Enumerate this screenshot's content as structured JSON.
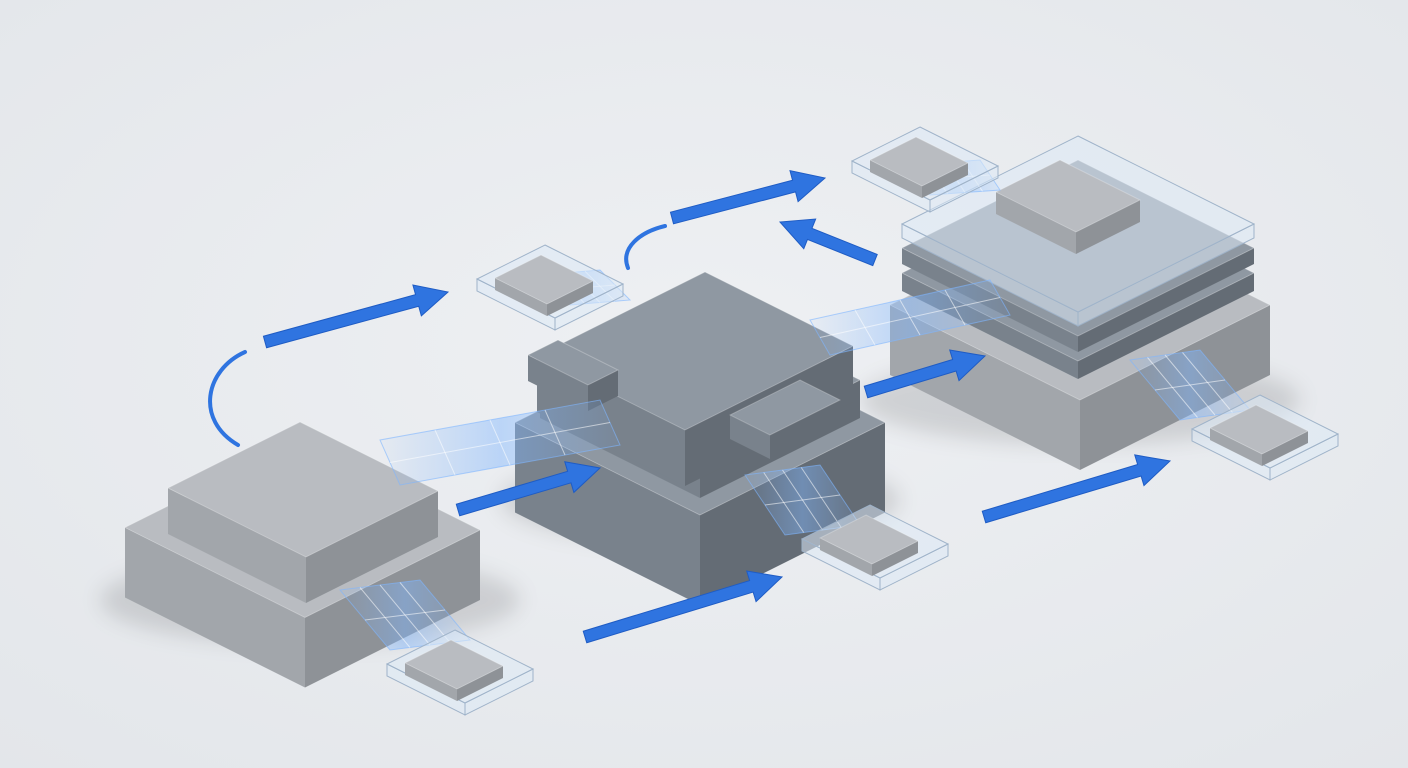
{
  "diagram": {
    "kind": "isometric-architecture-illustration",
    "style": "3d-render, light-gray-blocks, glass-panels, blue-arrows",
    "text_labels": [],
    "colors": {
      "background": "#eef0f3",
      "background_edge": "#e3e6ea",
      "block_top_light": "#b9bcc1",
      "block_left_light": "#a2a6ab",
      "block_right_light": "#8e9297",
      "block_top_slate": "#8f98a2",
      "block_left_slate": "#79828c",
      "block_right_slate": "#646c75",
      "glass": "#dde9f6",
      "glass_edge": "#9fb3c9",
      "glow": "#7fb6ff",
      "arrow": "#2f74e0",
      "arrow_dark": "#1f5cc4"
    },
    "icons": [
      "arrow-right-icon",
      "curved-arrow-icon",
      "arrow-left-icon"
    ],
    "components": [
      {
        "id": "left-stack",
        "tone": "light",
        "role": "base-block"
      },
      {
        "id": "center-stack",
        "tone": "slate",
        "role": "processing-block"
      },
      {
        "id": "right-stack",
        "tone": "glass-layered",
        "role": "output-block"
      },
      {
        "id": "module-1",
        "tone": "glass",
        "role": "small-module"
      },
      {
        "id": "module-2",
        "tone": "glass",
        "role": "small-module"
      },
      {
        "id": "module-3",
        "tone": "glass",
        "role": "small-module"
      },
      {
        "id": "module-4",
        "tone": "glass",
        "role": "small-module"
      },
      {
        "id": "module-5",
        "tone": "glass",
        "role": "small-module"
      }
    ],
    "arrow_count": 9
  }
}
